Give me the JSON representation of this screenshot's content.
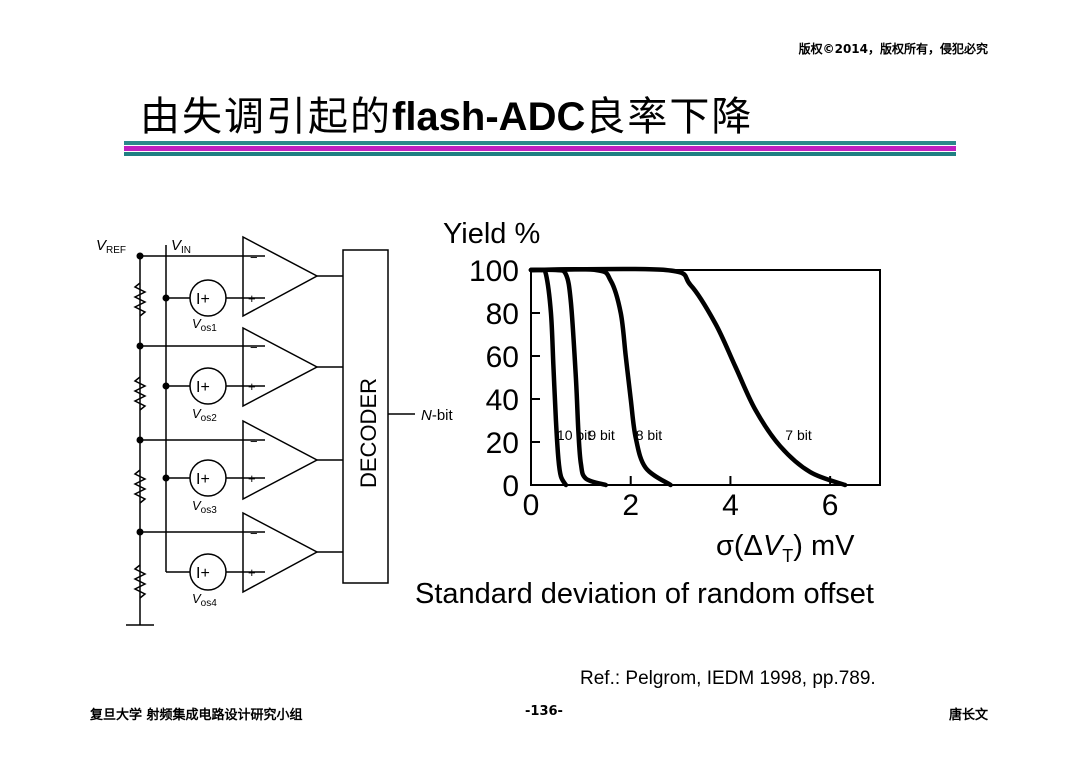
{
  "header": {
    "copyright": "版权©2014，版权所有，侵犯必究",
    "title_prefix": "由失调引起的",
    "title_bold": "flash-ADC",
    "title_suffix": "良率下降"
  },
  "colors": {
    "bar_top": "#2b8a8a",
    "bar_mid": "#c020c0",
    "bar_bottom": "#1f7f82"
  },
  "circuit": {
    "vref_label": "V",
    "vref_sub": "REF",
    "vin_label": "V",
    "vin_sub": "IN",
    "offsets": [
      {
        "label": "V",
        "sub": "os1"
      },
      {
        "label": "V",
        "sub": "os2"
      },
      {
        "label": "V",
        "sub": "os3"
      },
      {
        "label": "V",
        "sub": "os4"
      }
    ],
    "decoder_label": "DECODER",
    "output_label_italic": "N",
    "output_label_rest": "-bit",
    "source_symbol": "I+",
    "minus_sign": "−",
    "plus_sign": "+"
  },
  "chart_data": {
    "type": "line",
    "title": "",
    "ylabel": "Yield  %",
    "xlabel": "Standard deviation of random offset",
    "x_unit_label": "σ(ΔV_T) mV",
    "xlim": [
      0,
      7
    ],
    "ylim": [
      0,
      100
    ],
    "xticks": [
      "0",
      "2",
      "4",
      "6"
    ],
    "yticks": [
      "0",
      "20",
      "40",
      "60",
      "80",
      "100"
    ],
    "series": [
      {
        "name": "10 bit",
        "x": [
          0,
          0.2,
          0.3,
          0.4,
          0.45,
          0.5,
          0.55,
          0.6,
          0.7
        ],
        "y": [
          100,
          100,
          98,
          80,
          55,
          30,
          12,
          4,
          0
        ]
      },
      {
        "name": "9 bit",
        "x": [
          0,
          0.5,
          0.7,
          0.8,
          0.9,
          0.95,
          1.0,
          1.1,
          1.5
        ],
        "y": [
          100,
          100,
          98,
          85,
          50,
          25,
          10,
          3,
          0
        ]
      },
      {
        "name": "8 bit",
        "x": [
          0,
          1.3,
          1.6,
          1.8,
          1.9,
          2.0,
          2.1,
          2.3,
          2.8
        ],
        "y": [
          100,
          100,
          95,
          80,
          60,
          40,
          22,
          8,
          0
        ]
      },
      {
        "name": "7 bit",
        "x": [
          0,
          2.7,
          3.2,
          3.7,
          4.1,
          4.5,
          5.0,
          5.6,
          6.3
        ],
        "y": [
          100,
          100,
          93,
          75,
          55,
          35,
          18,
          6,
          0
        ]
      }
    ]
  },
  "footer": {
    "left": "复旦大学   射频集成电路设计研究小组",
    "page": "-136-",
    "right": "唐长文"
  },
  "reference": "Ref.: Pelgrom, IEDM 1998, pp.789."
}
